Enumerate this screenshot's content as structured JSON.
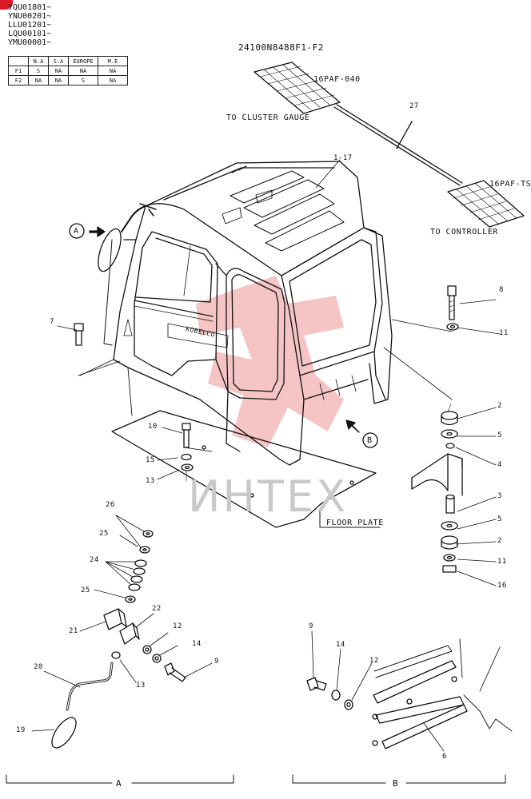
{
  "serials": [
    "YQU01801~",
    "YNU00201~",
    "LLU01201~",
    "LQU00101~",
    "YMU00001~"
  ],
  "applicability": {
    "headers": [
      "",
      "N.A",
      "S.A",
      "EUROPE",
      "M.E"
    ],
    "rows": [
      [
        "F1",
        "S",
        "NA",
        "NA",
        "NA"
      ],
      [
        "F2",
        "NA",
        "NA",
        "S",
        "NA"
      ]
    ]
  },
  "drawing_no": "24100N8488F1-F2",
  "labels": {
    "connector_top": "16PAF-040",
    "connector_bottom": "16PAF-TS",
    "to_cluster": "TO CLUSTER GAUGE",
    "to_controller": "TO CONTROLLER",
    "floor_plate": "FLOOR PLATE",
    "brand": "KOBELCO",
    "view_a": "A",
    "view_b": "B",
    "watermark": "ИНТЕХ"
  },
  "part_numbers": {
    "p1_17": "1-17",
    "p27": "27",
    "p8": "8",
    "p11a": "11",
    "p7": "7",
    "p2a": "2",
    "p5a": "5",
    "p4": "4",
    "p3": "3",
    "p5b": "5",
    "p2b": "2",
    "p11b": "11",
    "p16": "16",
    "p10": "10",
    "p15": "15",
    "p13a": "13",
    "p26": "26",
    "p25a": "25",
    "p24": "24",
    "p25b": "25",
    "p22": "22",
    "p21": "21",
    "p12a": "12",
    "p14a": "14",
    "p9a": "9",
    "p13b": "13",
    "p20": "20",
    "p19": "19",
    "p9b": "9",
    "p14b": "14",
    "p12b": "12",
    "p6": "6"
  },
  "colors": {
    "ink": "#111111",
    "watermark": "#f2b0b0",
    "watermark_text": "#c9c9c9",
    "corner": "#d81b27"
  }
}
